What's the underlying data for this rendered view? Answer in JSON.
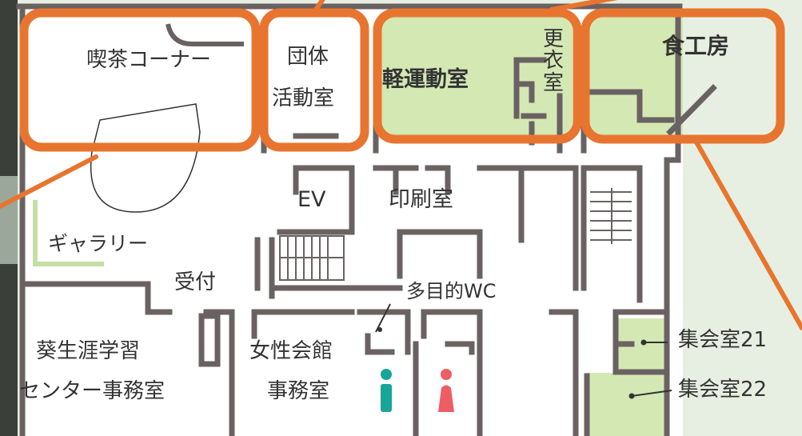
{
  "map": {
    "colors": {
      "wall": "#6a6262",
      "floor": "#ffffff",
      "highlight_fill": "#d4e8b4",
      "callout": "#e8752f",
      "outside": "#e7efe2",
      "toilet_male": "#17a698",
      "toilet_female": "#ec5e64"
    },
    "rooms": {
      "kissa": "喫茶コーナー",
      "dantai": "団体活動室",
      "dantai_line1": "団体",
      "dantai_line2": "活動室",
      "keiundou": "軽運動室",
      "koui": "更衣室",
      "koui_chars": [
        "更",
        "衣",
        "室"
      ],
      "shokukobo": "食工房",
      "ev": "EV",
      "insatsu": "印刷室",
      "gallery": "ギャラリー",
      "uketsuke": "受付",
      "tamokuteki_wc": "多目的WC",
      "aoi_line1": "葵生涯学習",
      "aoi_line2": "センター事務室",
      "josei_line1": "女性会館",
      "josei_line2": "事務室",
      "shukai21": "集会室21",
      "shukai22": "集会室22"
    },
    "icons": {
      "male": "male-toilet-icon",
      "female": "female-toilet-icon",
      "stairs": "stairs-icon"
    }
  }
}
